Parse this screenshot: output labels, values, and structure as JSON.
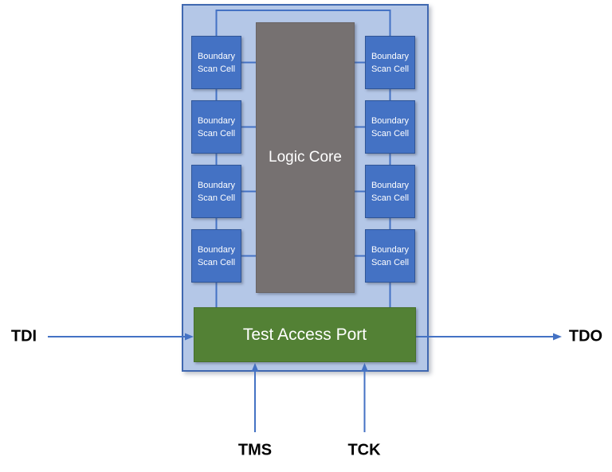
{
  "diagram": {
    "type": "boundary-scan-architecture",
    "chip": {
      "logic_core_label": "Logic Core",
      "tap_label": "Test Access Port"
    },
    "boundary_cell": {
      "label_line1": "Boundary",
      "label_line2": "Scan Cell",
      "left_column_count": 4,
      "right_column_count": 4
    },
    "signals": {
      "tdi": "TDI",
      "tdo": "TDO",
      "tms": "TMS",
      "tck": "TCK"
    },
    "colors": {
      "chip_fill": "#B4C7E7",
      "chip_border": "#4068B0",
      "cell_fill": "#4472C4",
      "cell_border": "#2F5597",
      "core_fill": "#767171",
      "tap_fill": "#538135",
      "wire": "#4472C4",
      "box_text": "#FFFFFF",
      "signal_text": "#000000"
    }
  }
}
